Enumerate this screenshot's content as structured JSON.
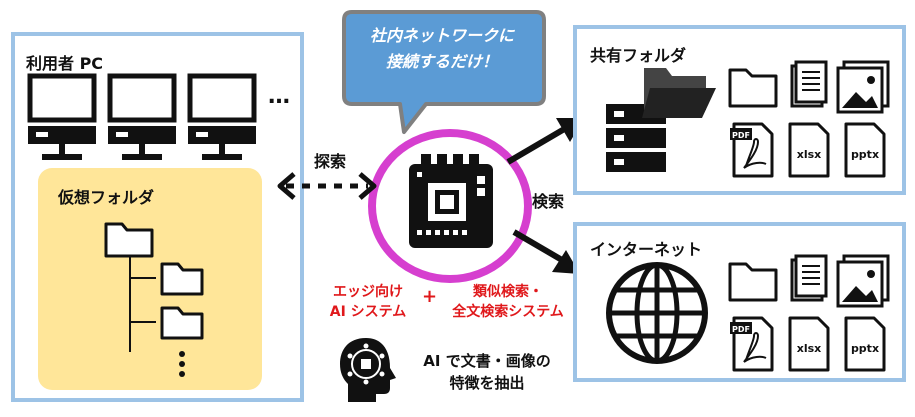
{
  "left_panel": {
    "title": "利用者 PC",
    "pc_more": "…",
    "virtual_folder_label": "仮想フォルダ"
  },
  "center": {
    "bubble_line1": "社内ネットワークに",
    "bubble_line2": "接続するだけ！",
    "search_left": "探索",
    "search_right": "検索",
    "edge_ai_line1": "エッジ向け",
    "edge_ai_line2": "AI システム",
    "plus": "+",
    "similar_search_line1": "類似検索・",
    "similar_search_line2": "全文検索システム",
    "ai_feature_line1": "AI で文書・画像の",
    "ai_feature_line2": "特徴を抽出"
  },
  "right_top": {
    "title": "共有フォルダ"
  },
  "right_bottom": {
    "title": "インターネット"
  },
  "file_icons": {
    "pdf": "PDF",
    "xlsx": "xlsx",
    "pptx": "pptx"
  },
  "colors": {
    "panel_border": "#9dc3e6",
    "virtual_folder_bg": "#ffe699",
    "bubble_fill": "#5b9bd5",
    "bubble_border": "#808080",
    "ring": "#d63fcf",
    "accent_red": "#e0181b"
  }
}
